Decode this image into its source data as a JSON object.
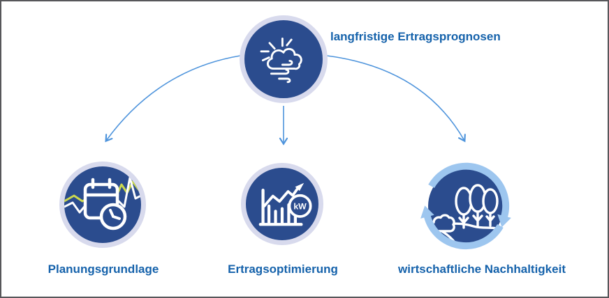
{
  "frame": {
    "background": "#ffffff",
    "border_color": "#57575a"
  },
  "diagram": {
    "type": "flow-infographic",
    "root": {
      "label": "langfristige Ertragsprognosen",
      "icon": "cloud-sun-wind-icon"
    },
    "children": [
      {
        "id": "planungsgrundlage",
        "label": "Planungsgrundlage",
        "icon": "calendar-clock-trend-icon"
      },
      {
        "id": "ertragsoptimierung",
        "label": "Ertragsoptimierung",
        "icon": "bar-chart-growth-icon",
        "icon_badge": "kW"
      },
      {
        "id": "nachhaltigkeit",
        "label": "wirtschaftliche Nachhaltigkeit",
        "icon": "trees-landscape-cycle-icon"
      }
    ],
    "arrows": [
      "root-to-planungsgrundlage",
      "root-to-ertragsoptimierung",
      "root-to-nachhaltigkeit"
    ],
    "colors": {
      "node_fill": "#2b4c8e",
      "node_ring": "#d8daed",
      "icon_stroke": "#ffffff",
      "label_text": "#1562ab",
      "connector_arrow": "#4e94dc",
      "cycle_arrow": "#9dc6ef",
      "trend_line_green": "#ccd94e"
    }
  }
}
